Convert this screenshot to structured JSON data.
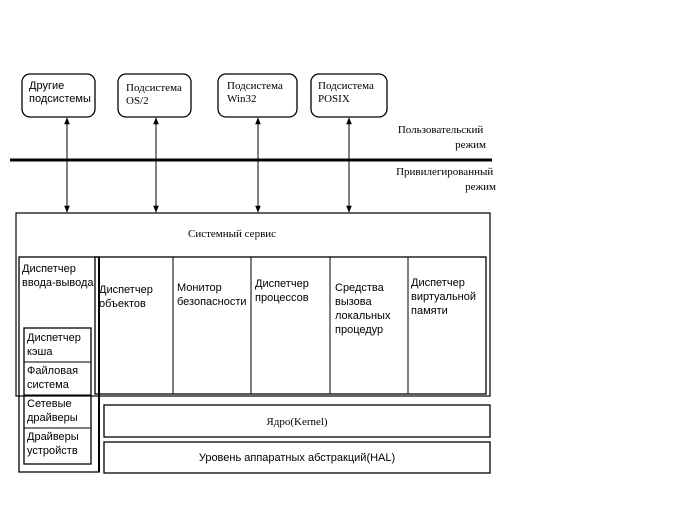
{
  "subsystems": [
    {
      "lines": [
        "Другие",
        "подсистемы"
      ]
    },
    {
      "lines": [
        "Подсистема",
        "OS/2"
      ]
    },
    {
      "lines": [
        "Подсистема",
        "Win32"
      ]
    },
    {
      "lines": [
        "Подсистема",
        "POSIX"
      ]
    }
  ],
  "user_mode_lines": [
    "Пользовательский",
    "режим"
  ],
  "kernel_mode_lines": [
    "Привилегированный",
    "режим"
  ],
  "system_service": "Системный сервис",
  "io_manager_lines": [
    "Диспетчер",
    "ввода-вывода"
  ],
  "io_components": [
    {
      "lines": [
        "Диспетчер",
        "кэша"
      ]
    },
    {
      "lines": [
        "Файловая",
        "система"
      ]
    },
    {
      "lines": [
        "Сетевые",
        "драйверы"
      ]
    },
    {
      "lines": [
        "Драйверы",
        "устройств"
      ]
    }
  ],
  "executive_components": [
    {
      "lines": [
        "Диспетчер",
        "объектов"
      ]
    },
    {
      "lines": [
        "Монитор",
        "безопасности"
      ]
    },
    {
      "lines": [
        "Диспетчер",
        "процессов"
      ]
    },
    {
      "lines": [
        "Средства",
        "вызова",
        "локальных",
        "процедур"
      ]
    },
    {
      "lines": [
        "Диспетчер",
        "виртуальной",
        "памяти"
      ]
    }
  ],
  "kernel": "Ядро(Kernel)",
  "hal": "Уровень аппаратных абстракций(HAL)"
}
